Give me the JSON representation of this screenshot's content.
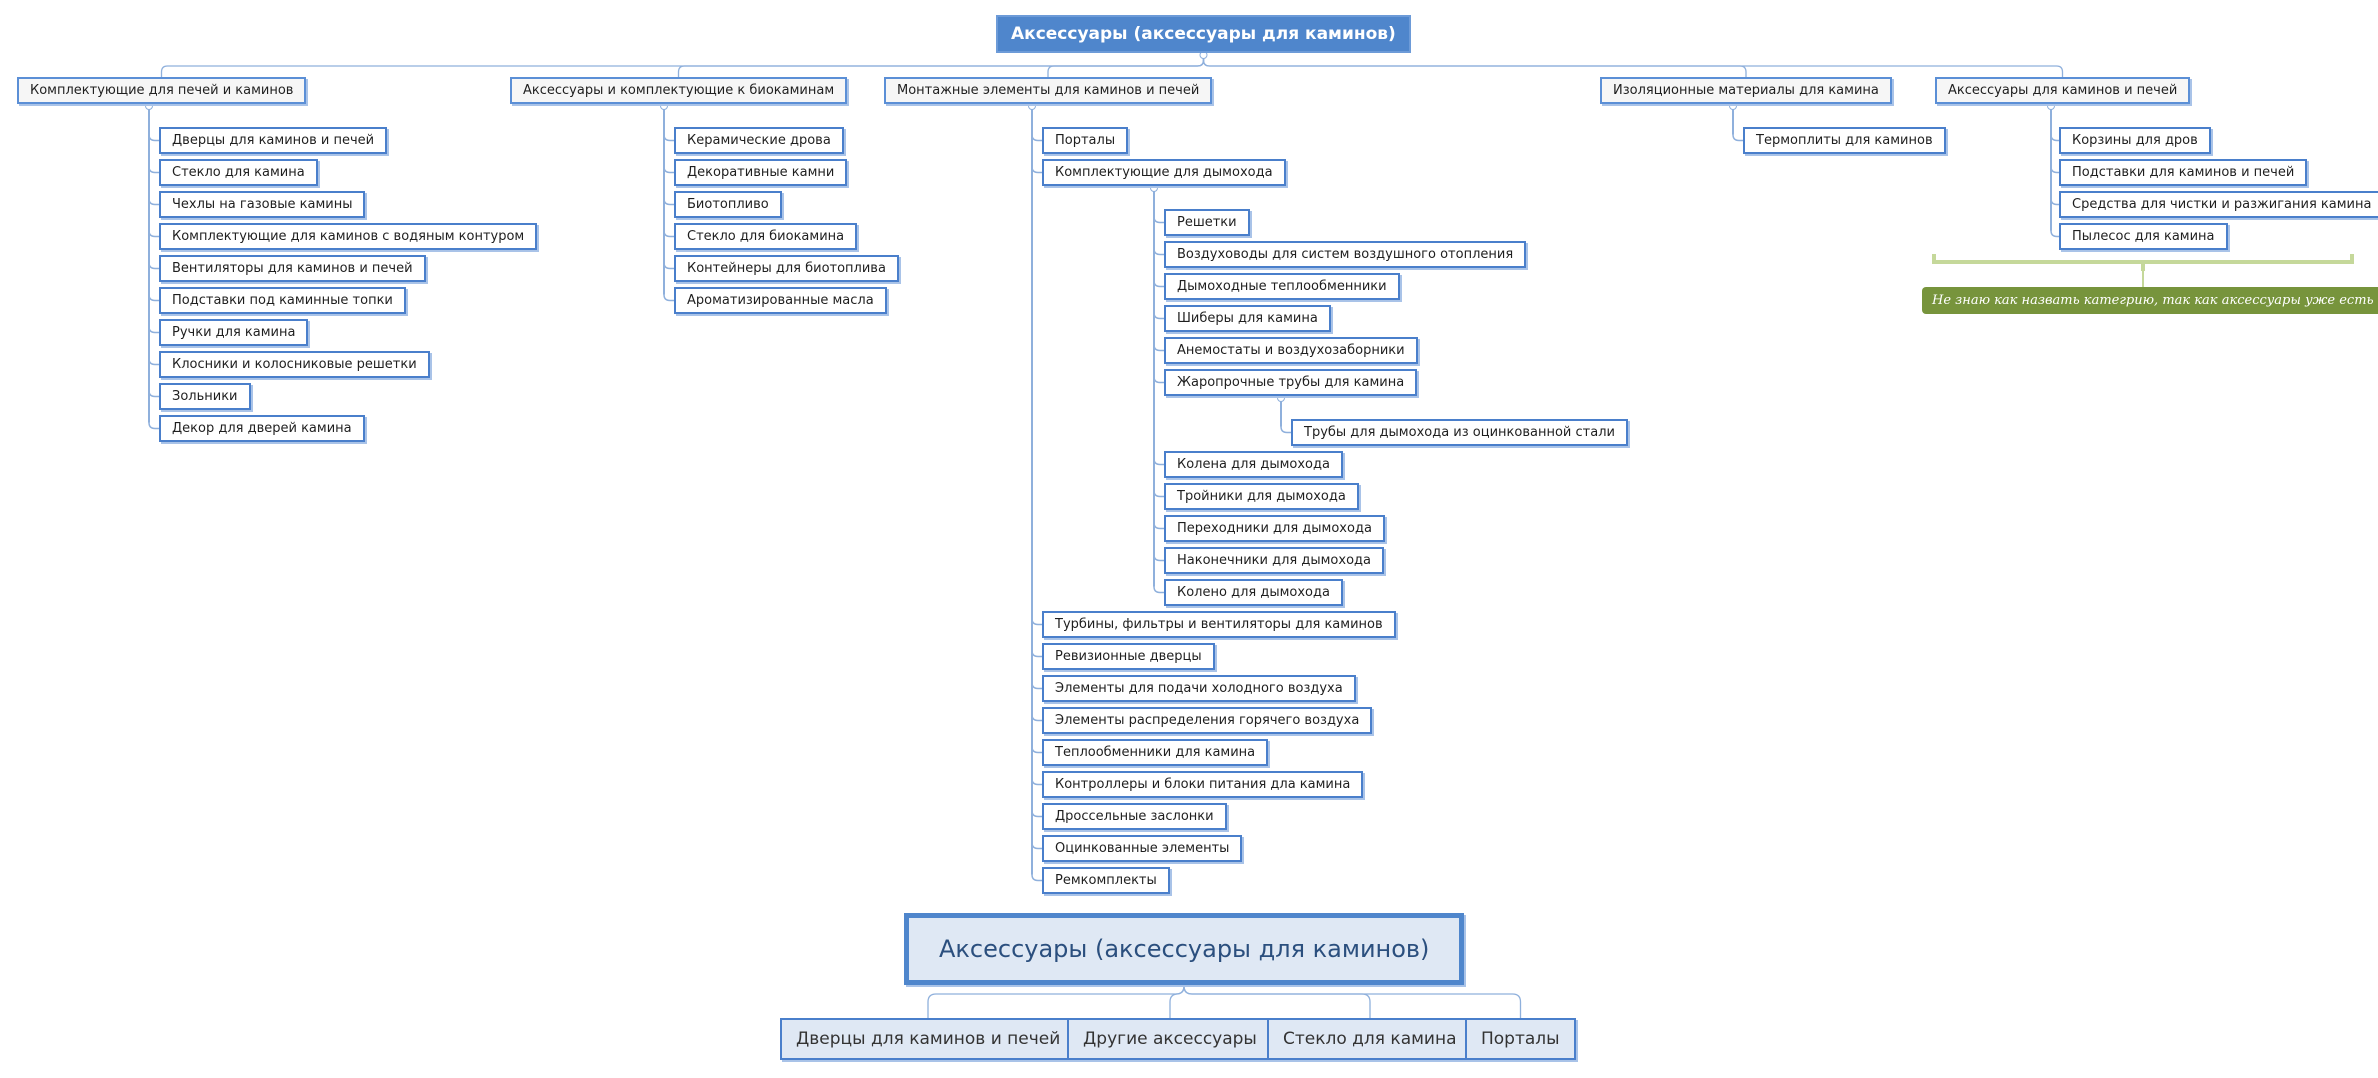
{
  "map1": {
    "root": "Аксессуары (аксессуары для каминов)",
    "branches": [
      {
        "label": "Комплектующие для печей и каминов",
        "children": [
          "Дверцы для каминов и печей",
          "Стекло для камина",
          "Чехлы на газовые камины",
          "Комплектующие для каминов с водяным контуром",
          "Вентиляторы для каминов и печей",
          "Подставки под каминные топки",
          "Ручки для камина",
          "Клосники и колосниковые решетки",
          "Зольники",
          "Декор для дверей камина"
        ]
      },
      {
        "label": "Аксессуары и комплектующие к биокаминам",
        "children": [
          "Керамические дрова",
          "Декоративные камни",
          "Биотопливо",
          "Стекло для биокамина",
          "Контейнеры для биотоплива",
          "Ароматизированные масла"
        ]
      },
      {
        "label": "Монтажные элементы для каминов и печей",
        "children": [
          "Порталы",
          "Комплектующие для дымохода",
          "Турбины, фильтры и вентиляторы для каминов",
          "Ревизионные дверцы",
          "Элементы для подачи холодного воздуха",
          "Элементы распределения горячего воздуха",
          "Теплообменники для камина",
          "Контроллеры и блоки питания дла камина",
          "Дроссельные заслонки",
          "Оцинкованные элементы",
          "Ремкомплекты"
        ],
        "chimney_children": [
          "Решетки",
          "Воздуховоды для систем воздушного отопления",
          "Дымоходные теплообменники",
          "Шиберы для камина",
          "Анемостаты и воздухозаборники",
          "Жаропрочные трубы для камина",
          "Колена для дымохода",
          "Тройники для дымохода",
          "Переходники для дымохода",
          "Наконечники для дымохода",
          "Колено для дымохода"
        ],
        "pipe_children": [
          "Трубы для дымохода из оцинкованной стали"
        ]
      },
      {
        "label": "Изоляционные материалы для камина",
        "children": [
          "Термоплиты для каминов"
        ]
      },
      {
        "label": "Аксессуары для каминов и печей",
        "children": [
          "Корзины для дров",
          "Подставки для каминов и печей",
          "Средства для чистки и разжигания камина",
          "Пылесос для камина"
        ]
      }
    ],
    "note": "Не знаю как назвать категрию, так как аксессуары уже есть"
  },
  "map2": {
    "root": "Аксессуары (аксессуары для каминов)",
    "children": [
      "Дверцы для каминов и печей",
      "Другие аксессуары",
      "Стекло для камина",
      "Порталы"
    ]
  },
  "colors": {
    "accent": "#4f86cc",
    "border": "#4a7fcb",
    "connector": "#8fb0dc",
    "note": "#77943c",
    "brace": "#c5d89a"
  }
}
